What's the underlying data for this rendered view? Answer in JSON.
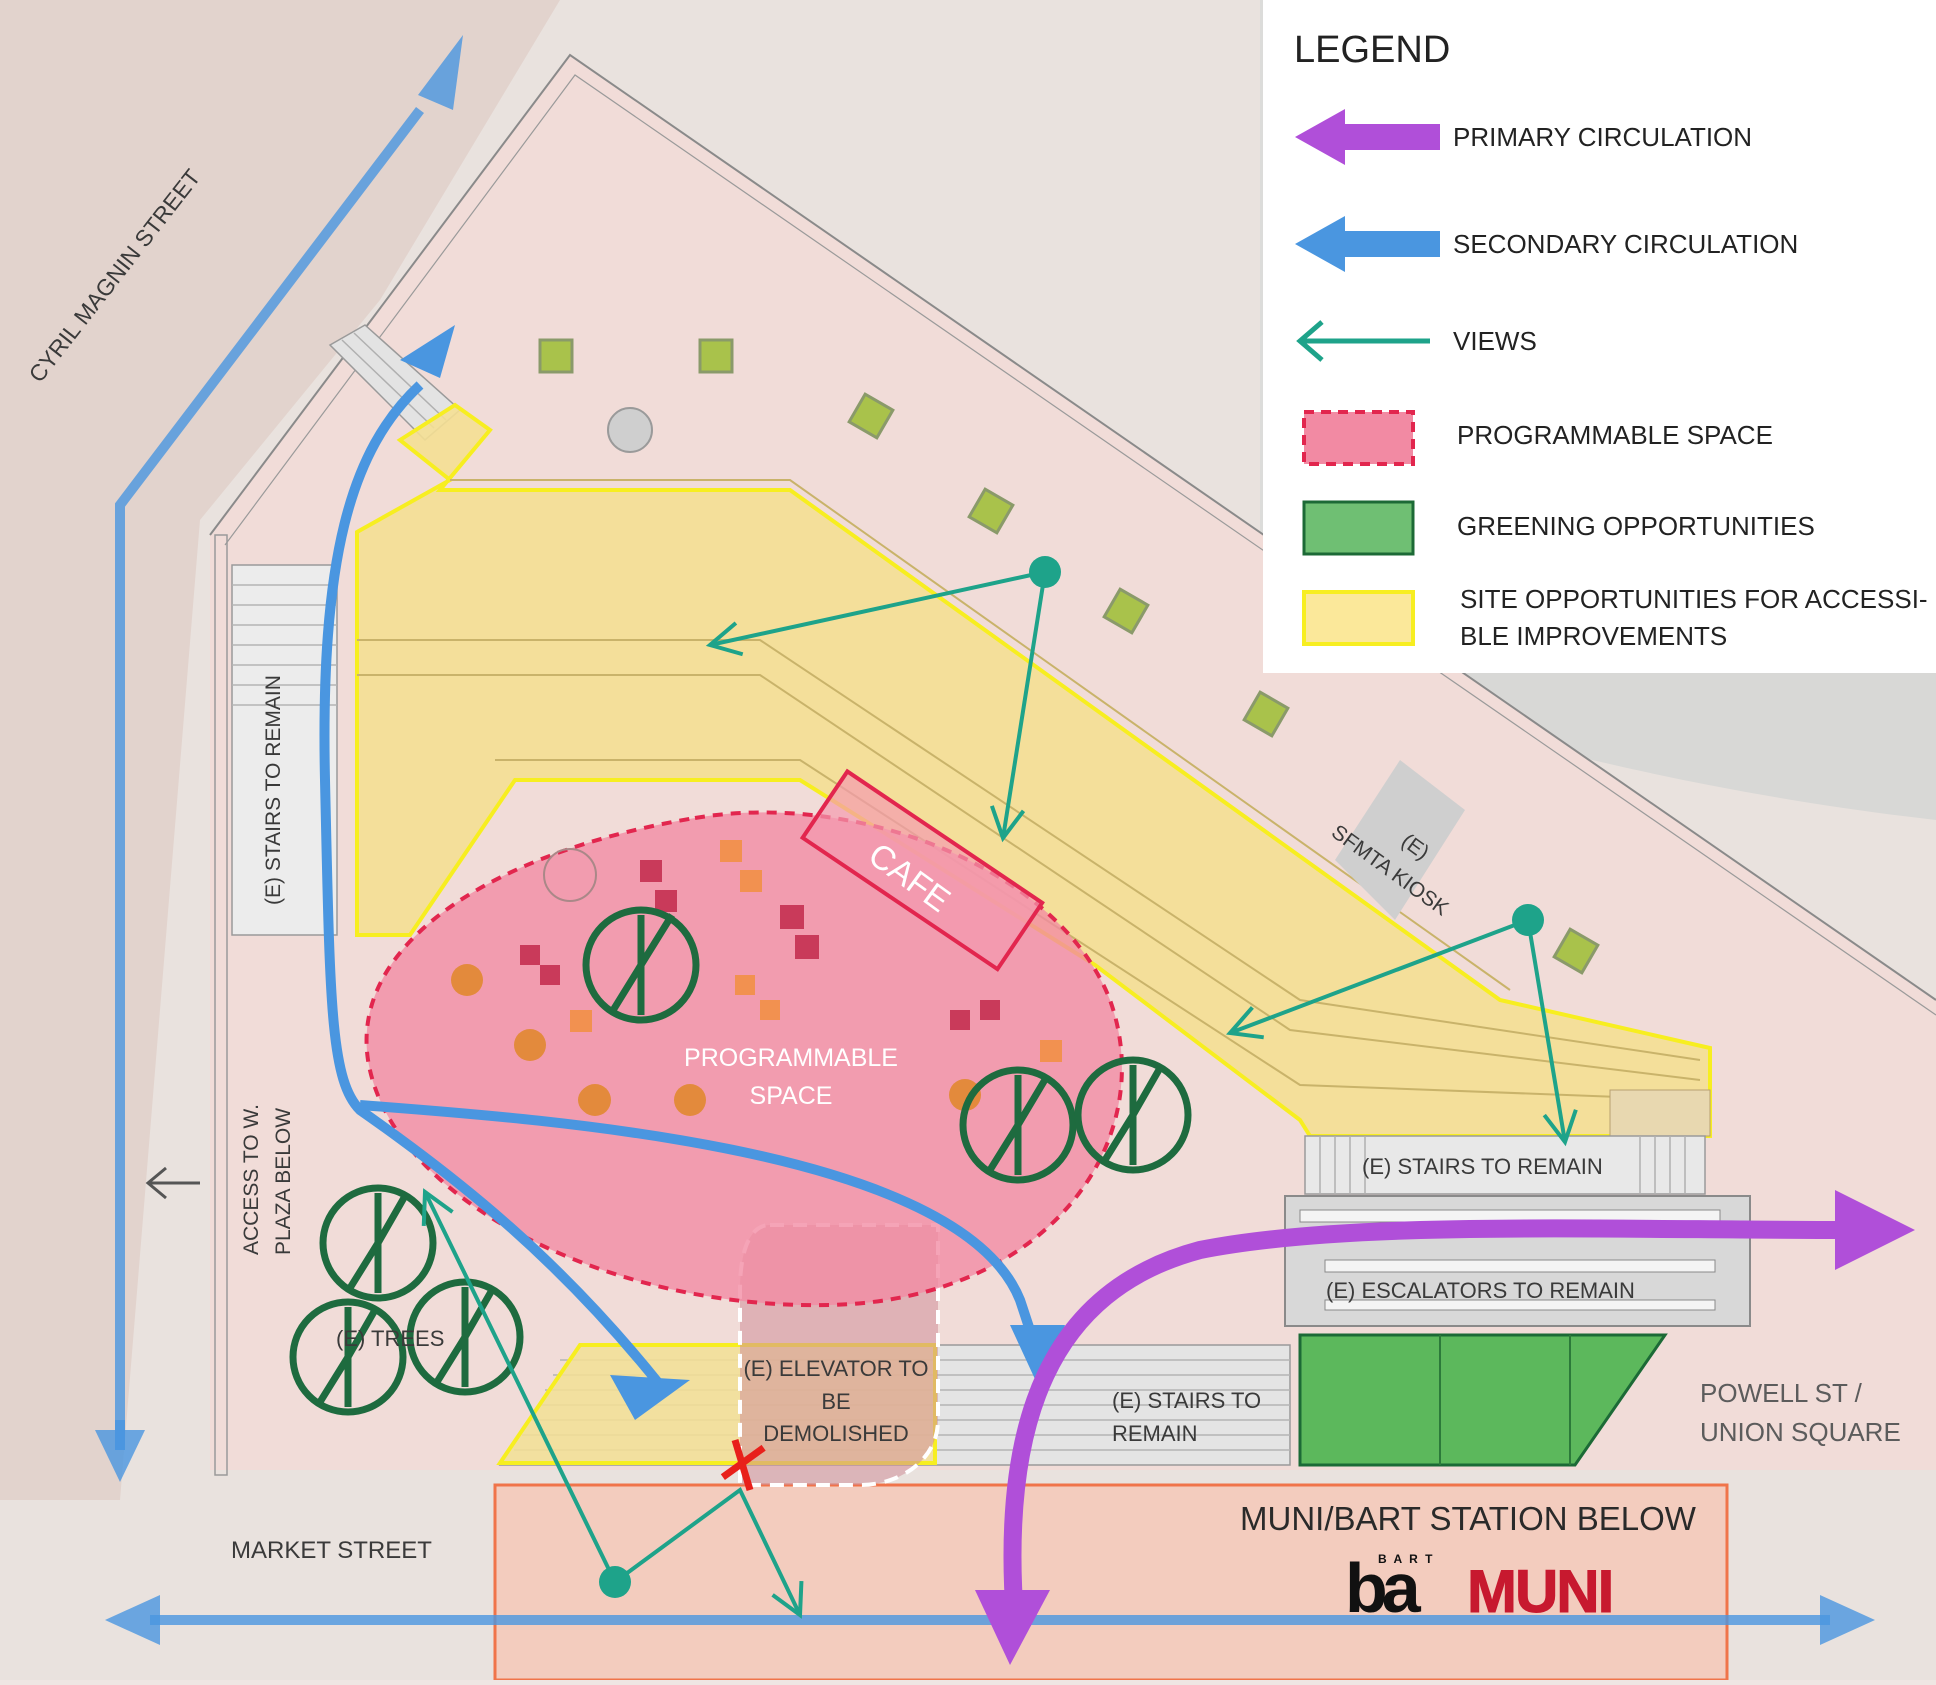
{
  "legend": {
    "title": "LEGEND",
    "items": [
      {
        "key": "primary",
        "label": "PRIMARY CIRCULATION",
        "color": "#b04fd9"
      },
      {
        "key": "secondary",
        "label": "SECONDARY CIRCULATION",
        "color": "#4a96e0"
      },
      {
        "key": "views",
        "label": "VIEWS",
        "color": "#1ea38a"
      },
      {
        "key": "programmable",
        "label": "PROGRAMMABLE SPACE",
        "color": "#f28aa3"
      },
      {
        "key": "greening",
        "label": "GREENING OPPORTUNITIES",
        "color": "#6fbf73"
      },
      {
        "key": "accessible",
        "label_line1": "SITE OPPORTUNITIES FOR ACCESSI-",
        "label_line2": "BLE IMPROVEMENTS",
        "color": "#fbe89a"
      }
    ]
  },
  "labels": {
    "cyril": "CYRIL MAGNIN STREET",
    "market": "MARKET STREET",
    "powell_1": "POWELL ST /",
    "powell_2": "UNION SQUARE",
    "muni_bart": "MUNI/BART STATION BELOW",
    "bart_small": "B A R T",
    "bart_logo": "ba",
    "muni_logo": "MUNI",
    "stairs_left": "(E) STAIRS TO  REMAIN",
    "access_1": "ACCESS TO W.",
    "access_2": "PLAZA BELOW",
    "cafe": "CAFE",
    "prog_1": "PROGRAMMABLE",
    "prog_2": "SPACE",
    "kiosk_1": "(E)",
    "kiosk_2": "SFMTA KIOSK",
    "stairs_right": "(E) STAIRS  TO REMAIN",
    "escalators": "(E) ESCALATORS TO REMAIN",
    "trees": "(E) TREES",
    "elevator_1": "(E) ELEVATOR TO",
    "elevator_2": "BE",
    "elevator_3": "DEMOLISHED",
    "stairs_bottom_1": "(E) STAIRS TO",
    "stairs_bottom_2": "REMAIN"
  }
}
